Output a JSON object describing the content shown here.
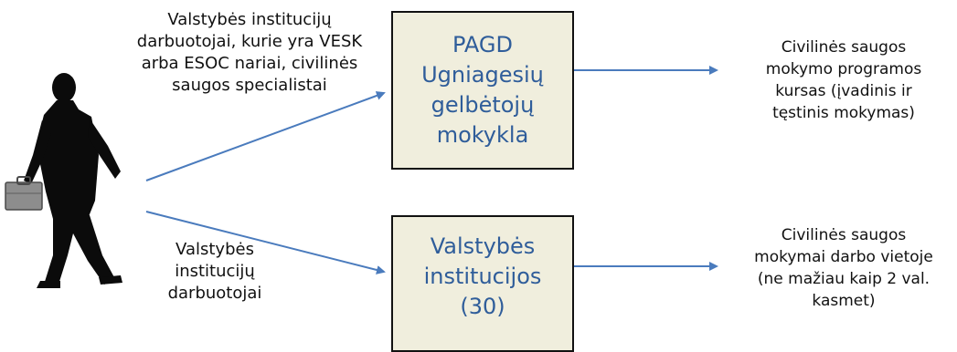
{
  "colors": {
    "arrow": "#4a7bbd",
    "box_fill": "#f0eedd",
    "box_border": "#111111",
    "box_text": "#2f5d9a",
    "silhouette": "#0b0b0b",
    "briefcase": "#8d8d8d"
  },
  "icons": {
    "person": "businessman-with-briefcase-silhouette",
    "briefcase": "briefcase-icon"
  },
  "top_group": {
    "lines": [
      "Valstybės institucijų",
      "darbuotojai, kurie yra VESK",
      "arba ESOC nariai, civilinės",
      "saugos specialistai"
    ]
  },
  "bottom_group": {
    "lines": [
      "Valstybės",
      "institucijų",
      "darbuotojai"
    ]
  },
  "top_box": {
    "lines": [
      "PAGD",
      "Ugniagesių",
      "gelbėtojų",
      "mokykla"
    ]
  },
  "bottom_box": {
    "lines": [
      "Valstybės",
      "institucijos",
      "(30)"
    ]
  },
  "top_outcome": {
    "lines": [
      "Civilinės saugos",
      "mokymo programos",
      "kursas (įvadinis ir",
      "tęstinis mokymas)"
    ]
  },
  "bottom_outcome": {
    "lines": [
      "Civilinės saugos",
      "mokymai darbo vietoje",
      "(ne mažiau kaip 2 val.",
      "kasmet)"
    ]
  }
}
